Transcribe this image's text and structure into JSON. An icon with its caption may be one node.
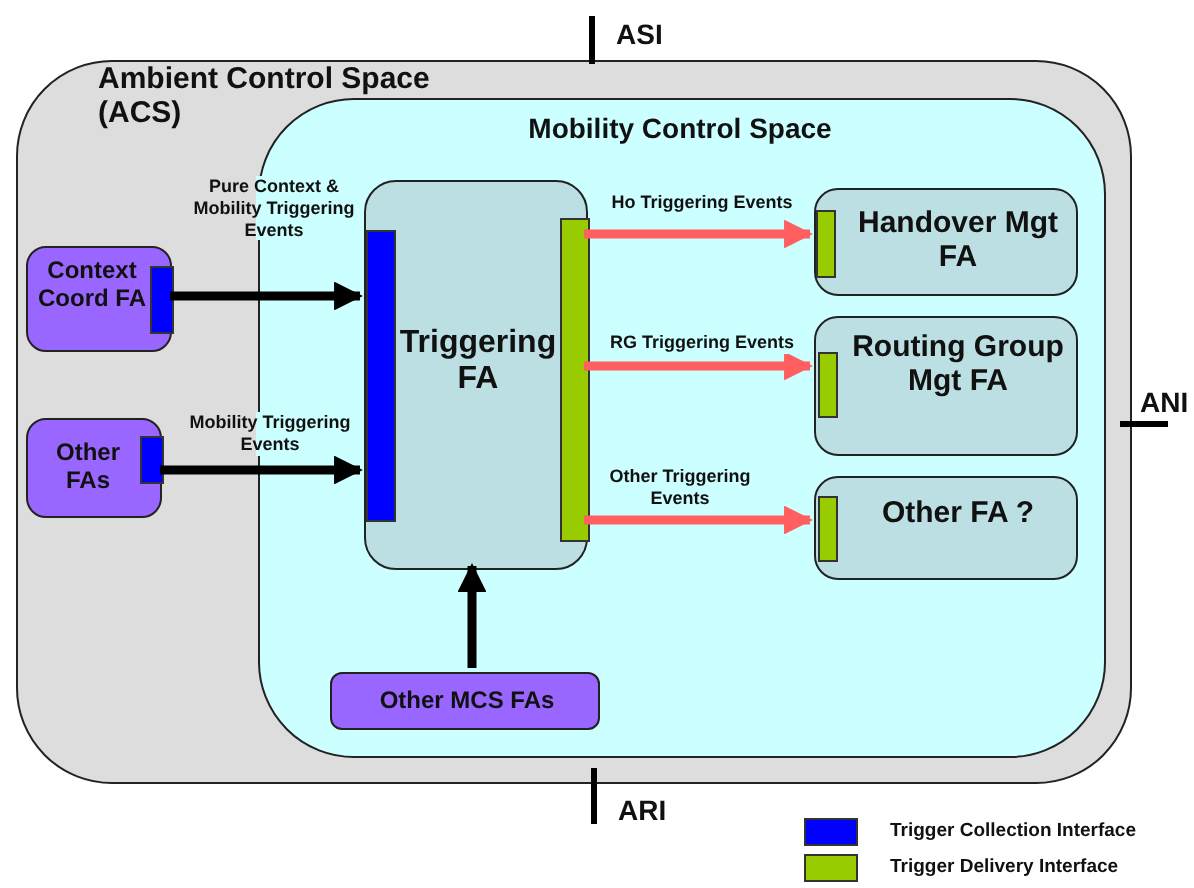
{
  "diagram": {
    "nodes": [
      {
        "text": [
          "Ambient Control Space (ACS)"
        ]
      },
      {
        "text": [
          "Mobility Control Space"
        ],
        "in": 0
      },
      {
        "text": [
          "Context Coord FA"
        ],
        "in": 0
      },
      {
        "text": [
          "Other FAs"
        ],
        "in": 0
      },
      {
        "text": [
          "Triggering FA"
        ],
        "in": 1
      },
      {
        "text": [
          "Handover Mgt FA"
        ],
        "in": 1
      },
      {
        "text": [
          "Routing Group Mgt FA"
        ],
        "in": 1
      },
      {
        "text": [
          "Other FA ?"
        ],
        "in": 1
      },
      {
        "text": [
          "Other MCS FAs"
        ],
        "in": 1
      },
      {
        "text": [],
        "shape": "bar",
        "in": 2
      },
      {
        "text": [],
        "shape": "bar",
        "in": 3
      },
      {
        "text": [],
        "shape": "bar",
        "in": 4
      },
      {
        "text": [],
        "shape": "bar",
        "in": 4
      },
      {
        "text": [],
        "shape": "bar",
        "in": 5
      },
      {
        "text": [],
        "shape": "bar",
        "in": 6
      },
      {
        "text": [],
        "shape": "bar",
        "in": 7
      }
    ],
    "edges": [
      {
        "from": 2,
        "to": 4,
        "arrow": "to",
        "label": "Pure Context & Mobility Triggering Events"
      },
      {
        "from": 3,
        "to": 4,
        "arrow": "to",
        "label": "Mobility Triggering Events"
      },
      {
        "from": 8,
        "to": 4,
        "arrow": "to"
      },
      {
        "from": 4,
        "to": 5,
        "arrow": "to",
        "label": "Ho Triggering Events",
        "color": "#ff5f5f"
      },
      {
        "from": 4,
        "to": 6,
        "arrow": "to",
        "label": "RG Triggering Events",
        "color": "#ff5f5f"
      },
      {
        "from": 4,
        "to": 7,
        "arrow": "to",
        "label": "Other Triggering Events",
        "color": "#ff5f5f"
      }
    ],
    "labels": [
      "ASI",
      "ANI",
      "ARI"
    ],
    "legend": [
      {
        "text": "Trigger Collection Interface",
        "color": "#0000ff"
      },
      {
        "text": "Trigger Delivery Interface",
        "color": "#99cc00"
      }
    ]
  }
}
